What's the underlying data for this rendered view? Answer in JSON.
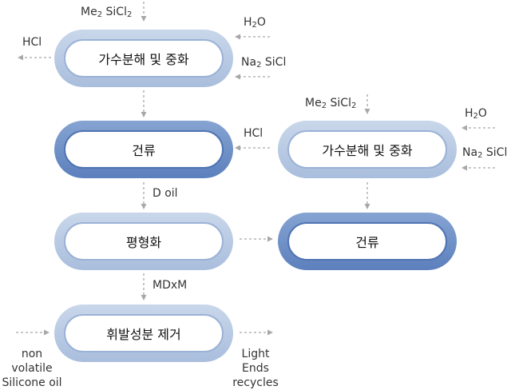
{
  "boxes": {
    "hydrolysis_left": "가수분해 및 중화",
    "distill_left": "건류",
    "equilibration": "평형화",
    "devolatilize": "휘발성분 제거",
    "hydrolysis_right": "가수분해 및 중화",
    "distill_right": "건류"
  },
  "labels": {
    "me2_base_top": "Me",
    "me2_sub_top": "2",
    "sicl_base_top": " SiCl",
    "sicl_sub_top": "2",
    "h2o_base_left": "H",
    "h2o_sub_left": "2",
    "h2o_o_left": "O",
    "hcl_top_left": "HCl",
    "na2_base_left": "Na",
    "na2_sub_left": "2",
    "na2_rest_left": " SiCl",
    "hcl_mid": "HCl",
    "d_oil": "D oil",
    "mdxm": "MDxM",
    "me2_base_right": "Me",
    "me2_sub_right": "2",
    "sicl_base_right": " SiCl",
    "sicl_sub_right": "2",
    "h2o_base_right": "H",
    "h2o_sub_right": "2",
    "h2o_o_right": "O",
    "na2_base_right": "Na",
    "na2_sub_right": "2",
    "na2_rest_right": " SiCl",
    "non_volatile_line1": "non",
    "non_volatile_line2": "volatile",
    "non_volatile_line3": "Silicone oil",
    "light_ends_line1": "Light",
    "light_ends_line2": "Ends",
    "light_ends_line3": "recycles"
  }
}
